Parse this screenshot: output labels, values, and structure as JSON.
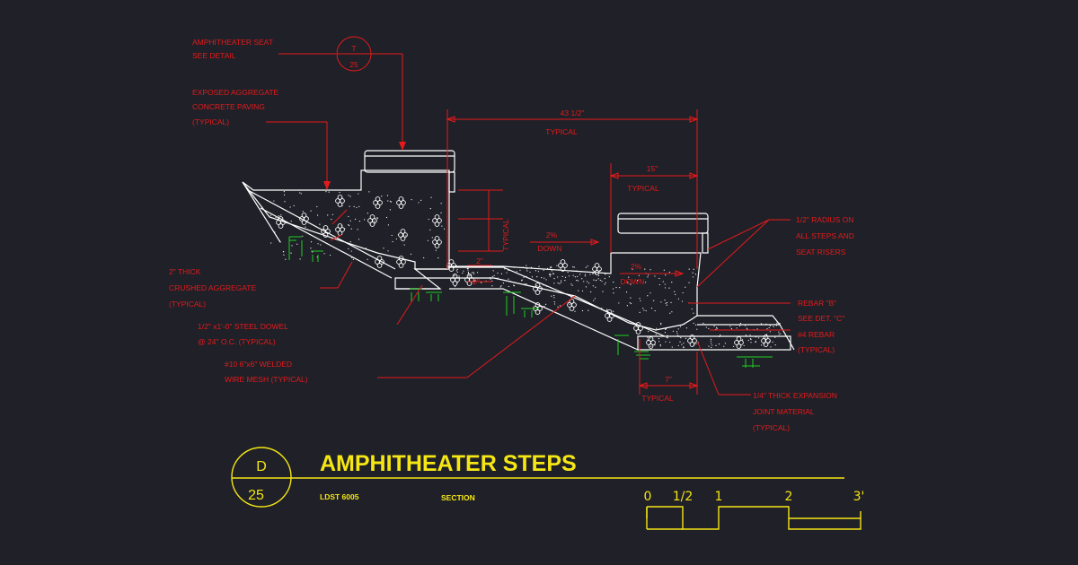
{
  "detail": {
    "title": "AMPHITHEATER STEPS",
    "bubble_letter": "D",
    "bubble_sheet": "25",
    "code": "LDST 6005",
    "view": "SECTION"
  },
  "callouts": {
    "seat_line1": "AMPHITHEATER SEAT",
    "seat_line2": "SEE DETAIL",
    "seat_ref_top": "T",
    "seat_ref_bottom": "25",
    "paving_line1": "EXPOSED AGGREGATE",
    "paving_line2": "CONCRETE PAVING",
    "paving_line3": "(TYPICAL)",
    "crushed_line1": "2\" THICK",
    "crushed_line2": "CRUSHED AGGREGATE",
    "crushed_line3": "(TYPICAL)",
    "dowel_line1": "1/2\" x1'-0\" STEEL DOWEL",
    "dowel_line2": "@ 24\" O.C. (TYPICAL)",
    "mesh_line1": "#10 6\"x6\" WELDED",
    "mesh_line2": "WIRE MESH (TYPICAL)",
    "radius_line1": "1/2\" RADIUS ON",
    "radius_line2": "ALL STEPS AND",
    "radius_line3": "SEAT RISERS",
    "rebar_line1": "REBAR \"B\"",
    "rebar_line2": "SEE DET. \"C\"",
    "rebar_line3": "#4 REBAR",
    "rebar_line4": "(TYPICAL)",
    "joint_line1": "1/4\" THICK EXPANSION",
    "joint_line2": "JOINT MATERIAL",
    "joint_line3": "(TYPICAL)"
  },
  "dimensions": {
    "overall": "43 1/2\"",
    "overall_note": "TYPICAL",
    "tread": "15\"",
    "tread_note": "TYPICAL",
    "riser_note": "TYPICAL",
    "toe": "7\"",
    "toe_note": "TYPICAL",
    "slope_upper": "2%",
    "slope_upper_dir": "DOWN",
    "slope_lower": "2%",
    "slope_lower_dir": "DOWN",
    "base_a": "2\"",
    "base_b": "2\""
  },
  "scale_bar": {
    "labels": [
      "0",
      "1/2",
      "1",
      "2",
      "3'"
    ]
  },
  "colors": {
    "background": "#1f2028",
    "annotation": "#e51a1a",
    "linework": "#ffffff",
    "title": "#f5e614",
    "earth": "#1fd11f"
  }
}
